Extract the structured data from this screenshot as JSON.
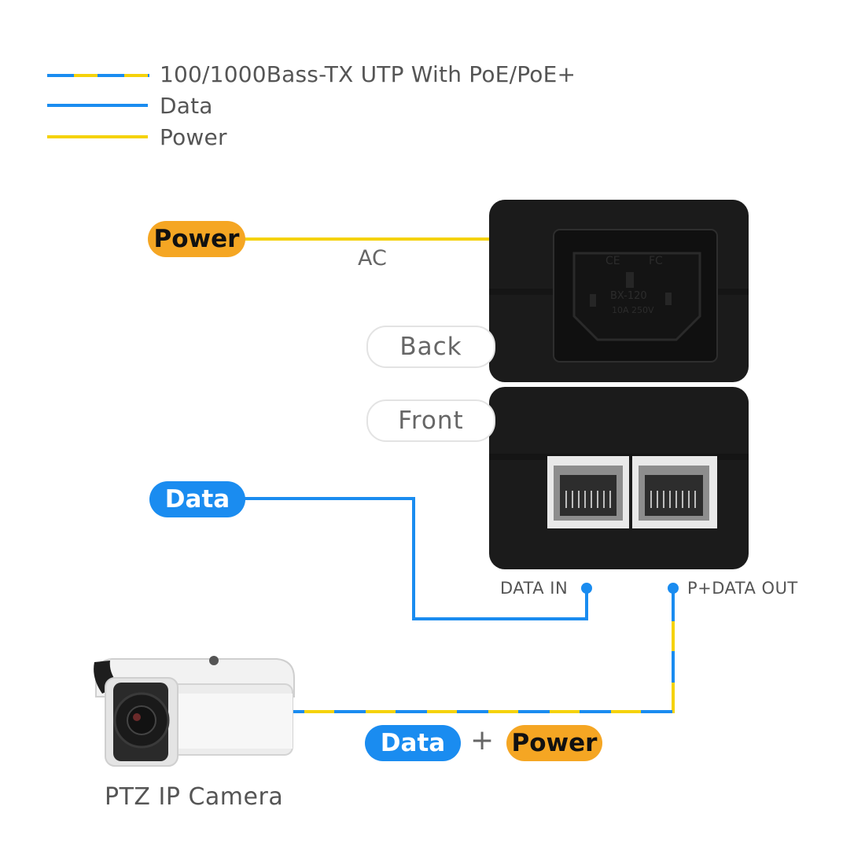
{
  "legend": {
    "items": [
      {
        "label": "100/1000Bass-TX UTP With PoE/PoE+",
        "line": "striped"
      },
      {
        "label": "Data",
        "line": "blue"
      },
      {
        "label": "Power",
        "line": "yellow"
      }
    ]
  },
  "colors": {
    "data_blue": "#1a8cf0",
    "power_yellow": "#f5d20a",
    "power_pill": "#f5a623",
    "device_black": "#1b1b1b"
  },
  "labels": {
    "power_input": "Power",
    "ac": "AC",
    "back": "Back",
    "front": "Front",
    "data_input": "Data",
    "data_in_port": "DATA IN",
    "pdata_out_port": "P+DATA OUT",
    "combined_data": "Data",
    "plus": "+",
    "combined_power": "Power",
    "camera": "PTZ IP Camera"
  },
  "device": {
    "ac_socket_markings": [
      "CE",
      "FC",
      "BX-120",
      "10A 250V"
    ]
  }
}
